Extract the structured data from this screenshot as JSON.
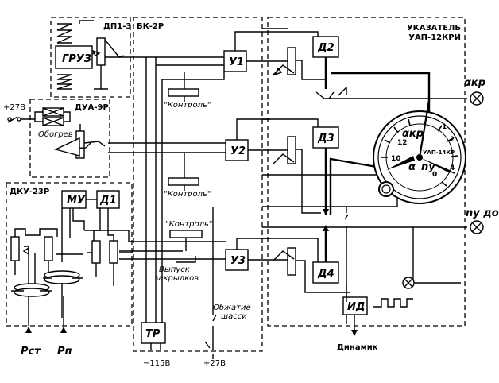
{
  "blocks": {
    "dp": "ДП1-3",
    "bk": "БК-2Р",
    "dua": "ДУА-9Р",
    "dku": "ДКУ-23Р",
    "indicator_line1": "УКАЗАТЕЛЬ",
    "indicator_line2": "УАП-12КРИ"
  },
  "components": {
    "gruz": "ГРУЗ",
    "mu": "МУ",
    "d1": "Д1",
    "d2": "Д2",
    "d3": "Д3",
    "d4": "Д4",
    "u1": "У1",
    "u2": "У2",
    "u3": "У3",
    "tr": "ТР",
    "id": "ИД"
  },
  "labels": {
    "kontrol1": "\"Контроль\"",
    "kontrol2": "\"Контроль\"",
    "kontrol3": "\"Контроль\"",
    "vypusk1": "Выпуск",
    "vypusk2": "закрылков",
    "obzhatie1": "Обжатие",
    "obzhatie2": "шасси",
    "obogrev": "Обогрев",
    "plus27_left": "+27В",
    "plus27_bottom": "+27В",
    "ac115": "~115В",
    "dinamik": "Динамик",
    "p_st": "Pст",
    "p_p": "Pп",
    "alpha_kr": "αкр",
    "ny_dop": "nу доп"
  },
  "dial": {
    "model": "УАП-14КР",
    "alpha": "α",
    "alpha_kr": "αкр",
    "ny": "ny",
    "ticks": [
      "10",
      "12",
      "1",
      "2",
      "4",
      "0"
    ]
  }
}
